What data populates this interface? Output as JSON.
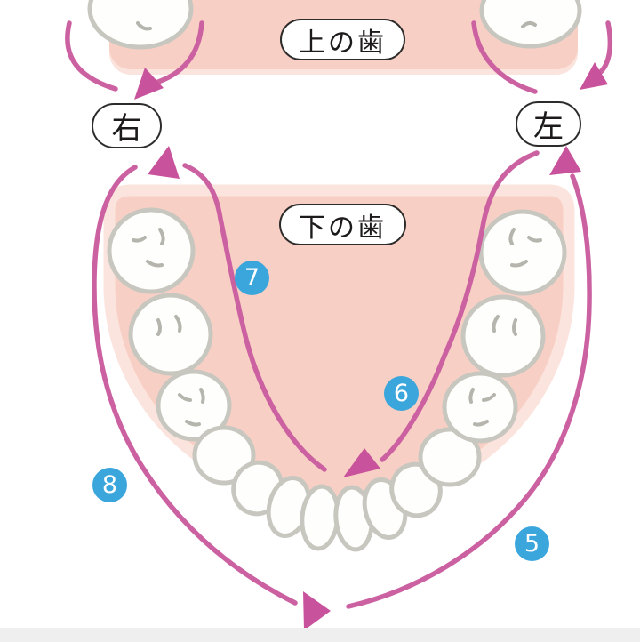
{
  "diagram": {
    "labels": {
      "upper_teeth": "上の歯",
      "lower_teeth": "下の歯",
      "side_right": "右",
      "side_left": "左"
    },
    "steps": [
      {
        "number": "5",
        "area": "lower-outer-left-side"
      },
      {
        "number": "6",
        "area": "lower-inner-left-side"
      },
      {
        "number": "7",
        "area": "lower-inner-right-side"
      },
      {
        "number": "8",
        "area": "lower-outer-right-side"
      }
    ],
    "colors": {
      "arrow": "#cc61a2",
      "arrowhead": "#c8539c",
      "badge": "#3aa6dc",
      "gum": "#f8cfc4",
      "gum_fringe": "#fbe4dd",
      "tooth_fill": "#fefefc",
      "tooth_outline": "#c7c7c0",
      "crevice": "#b5b5ae",
      "bottom_band": "#efefef"
    }
  }
}
